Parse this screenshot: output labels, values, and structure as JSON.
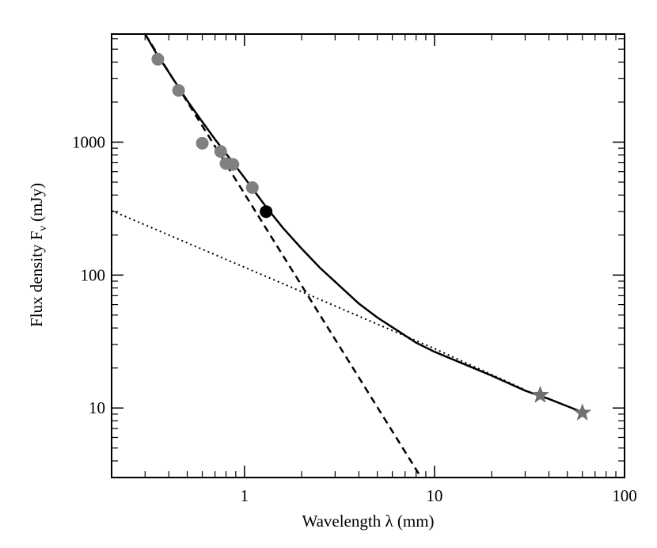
{
  "chart_data": {
    "type": "scatter",
    "title": "",
    "xlabel": "Wavelength λ (mm)",
    "ylabel_main": "Flux density  F",
    "ylabel_sub": "ν",
    "ylabel_unit": " (mJy)",
    "xscale": "log",
    "yscale": "log",
    "xlim": [
      0.2,
      100
    ],
    "ylim": [
      3,
      6500
    ],
    "grid": false,
    "legend": "none",
    "x_ticks": [
      {
        "value": 1,
        "label": "1"
      },
      {
        "value": 10,
        "label": "10"
      },
      {
        "value": 100,
        "label": "100"
      }
    ],
    "y_ticks": [
      {
        "value": 10,
        "label": "10"
      },
      {
        "value": 100,
        "label": "100"
      },
      {
        "value": 1000,
        "label": "1000"
      }
    ],
    "series": [
      {
        "style": "solid",
        "color": "#000000",
        "x": [
          0.3,
          0.35,
          0.4,
          0.5,
          0.6,
          0.7,
          0.8,
          1.0,
          1.3,
          1.6,
          2.0,
          2.5,
          3.0,
          4.0,
          5.0,
          6.0,
          8.0,
          10,
          15,
          20,
          30,
          40,
          60
        ],
        "y": [
          6500,
          4450,
          3350,
          2050,
          1420,
          1050,
          820,
          540,
          325,
          225,
          158,
          113,
          89,
          61,
          48,
          40.5,
          31,
          26.5,
          20.8,
          17.5,
          13.5,
          11.7,
          9.3
        ]
      },
      {
        "style": "dashed",
        "color": "#000000",
        "x": [
          0.3,
          8.5
        ],
        "y": [
          6500,
          3
        ]
      },
      {
        "style": "dotted",
        "color": "#000000",
        "x": [
          0.2,
          2.0,
          10,
          30
        ],
        "y": [
          305,
          75,
          28,
          13.7
        ]
      },
      {
        "marker": "circle",
        "color": "#808080",
        "x": [
          0.35,
          0.45,
          0.6,
          0.75,
          0.8,
          0.87,
          1.1
        ],
        "y": [
          4200,
          2450,
          980,
          850,
          690,
          680,
          455
        ]
      },
      {
        "marker": "circle",
        "color": "#000000",
        "x": [
          1.3
        ],
        "y": [
          300
        ]
      },
      {
        "marker": "star",
        "color": "#707070",
        "x": [
          36,
          60
        ],
        "y": [
          12.5,
          9.2
        ]
      }
    ]
  }
}
